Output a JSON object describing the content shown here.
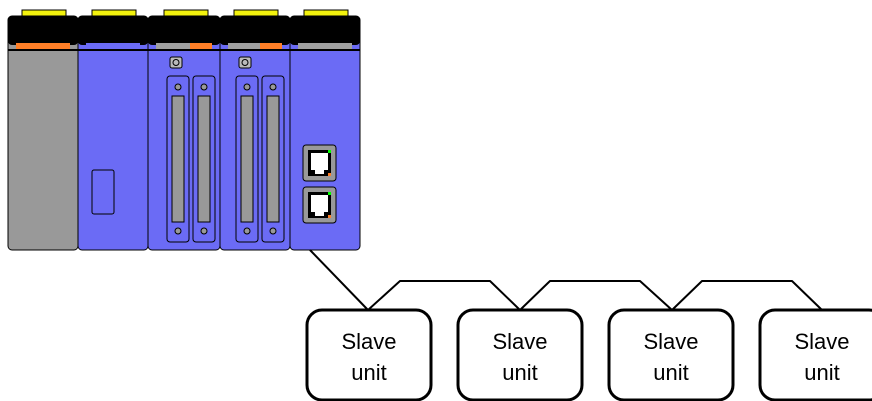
{
  "diagram": {
    "colors": {
      "module_blue": "#6b6bf5",
      "power_gray": "#999999",
      "top_cap": "#000000",
      "latch_yellow": "#f2f20d",
      "accent_orange": "#ff7f27",
      "accent_gray": "#a0a0a0",
      "connector_gray": "#999999",
      "led_green": "#00ff00",
      "led_orange": "#ff7f27"
    },
    "plc": {
      "modules": [
        {
          "kind": "power-supply",
          "icon": "power-supply-module-icon"
        },
        {
          "kind": "cpu",
          "icon": "cpu-module-icon"
        },
        {
          "kind": "io-connector",
          "icon": "io-module-icon"
        },
        {
          "kind": "io-connector",
          "icon": "io-module-icon"
        },
        {
          "kind": "network",
          "icon": "network-module-icon"
        }
      ]
    },
    "slaves": [
      {
        "line1": "Slave",
        "line2": "unit"
      },
      {
        "line1": "Slave",
        "line2": "unit"
      },
      {
        "line1": "Slave",
        "line2": "unit"
      },
      {
        "line1": "Slave",
        "line2": "unit"
      }
    ]
  }
}
